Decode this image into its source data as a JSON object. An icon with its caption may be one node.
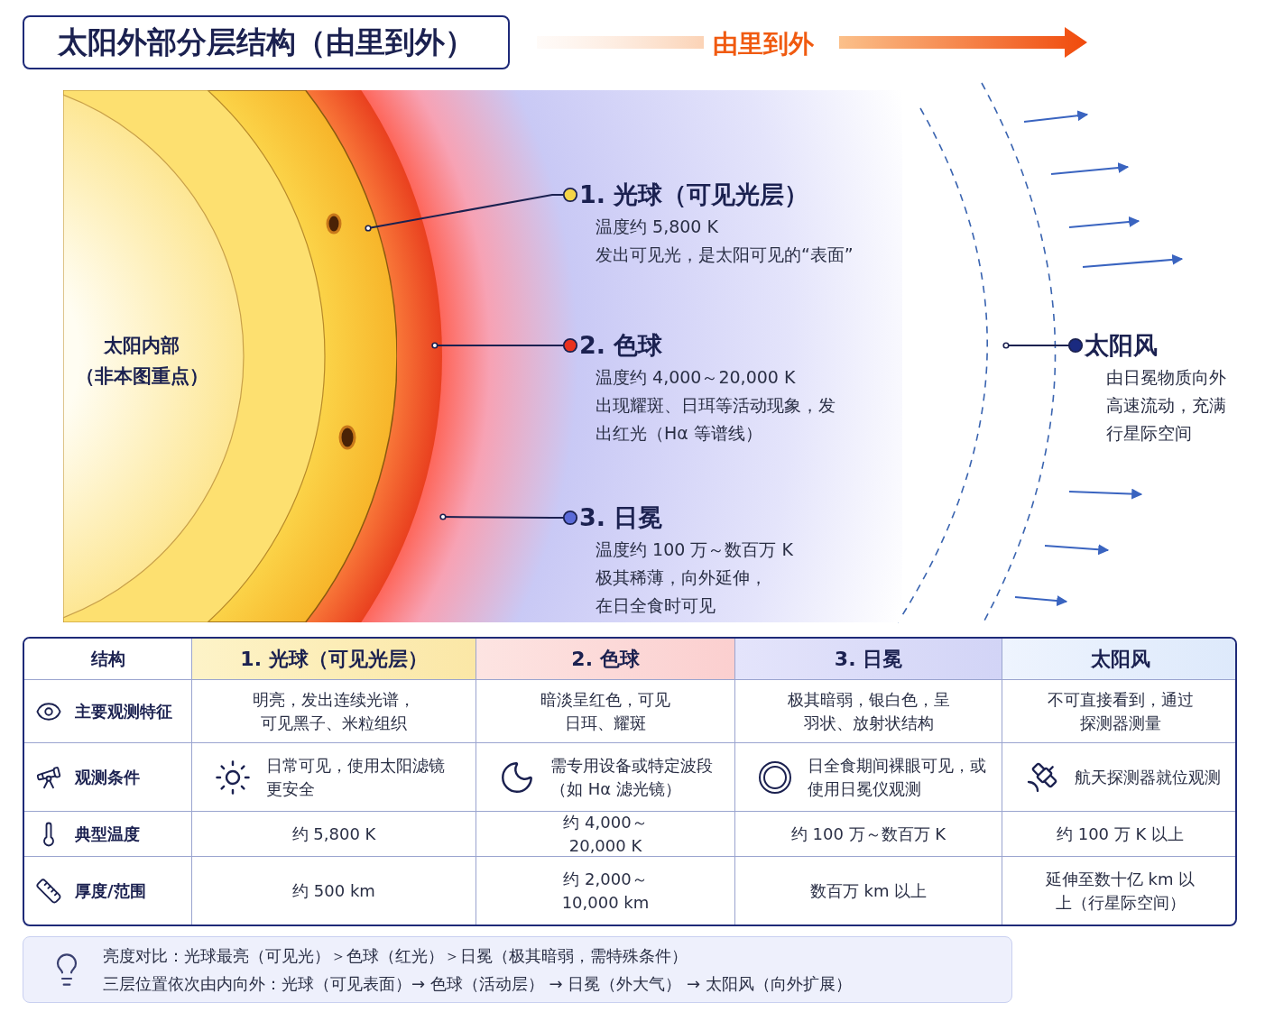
{
  "diagram": {
    "title": "太阳外部分层结构（由里到外）",
    "nodes": [
      {
        "text": [
          "太阳内部",
          "（非本图重点）"
        ],
        "in": 1
      },
      {
        "text": [],
        "shape": "circle",
        "in": 2
      },
      {
        "text": [],
        "shape": "circle",
        "in": 3
      },
      {
        "text": [],
        "shape": "circle"
      },
      {
        "text": [
          "1. 光球（可见光层）",
          "温度约 5,800 K",
          "发出可见光，是太阳可见的“表面”"
        ],
        "in": 3
      },
      {
        "text": [
          "2. 色球",
          "温度约 4,000～20,000 K",
          "出现耀斑、日珥等活动现象，发出红光（Hα 等谱线）"
        ],
        "in": 3
      },
      {
        "text": [
          "3. 日冕",
          "温度约 100 万～数百万 K",
          "极其稀薄，向外延伸，在日全食时可见"
        ],
        "in": 3
      },
      {
        "text": [
          "太阳风",
          "由日冕物质向外高速流动，充满行星际空间"
        ]
      }
    ],
    "edges": [
      {
        "from": 4,
        "to": 1,
        "arrow": "other"
      },
      {
        "from": 5,
        "to": 2,
        "arrow": "other"
      },
      {
        "from": 6,
        "to": 3,
        "arrow": "other"
      },
      {
        "from": 7,
        "to": null,
        "arrow": "other"
      }
    ],
    "labels": [
      "由里到外",
      "结构",
      "1. 光球（可见光层）",
      "2. 色球",
      "3. 日冕",
      "太阳风",
      "主要观测特征",
      "明亮，发出连续光谱，可见黑子、米粒组织",
      "暗淡呈红色，可见日珥、耀斑",
      "极其暗弱，银白色，呈羽状、放射状结构",
      "不可直接看到，通过探测器测量",
      "观测条件",
      "日常可见，使用太阳滤镜更安全",
      "需专用设备或特定波段（如 Hα 滤光镜）",
      "日全食期间裸眼可见，或使用日冕仪观测",
      "航天探测器就位观测",
      "典型温度",
      "约 5,800 K",
      "约 4,000～20,000 K",
      "约 100 万～数百万 K",
      "约 100 万 K 以上",
      "厚度/范围",
      "约 500 km",
      "约 2,000～10,000 km",
      "数百万 km 以上",
      "延伸至数十亿 km 以上（行星际空间）",
      "亮度对比：光球最亮（可见光）＞色球（红光）＞日冕（极其暗弱，需特殊条件）",
      "三层位置依次由内向外：光球（可见表面）→ 色球（活动层） → 日冕（外大气） → 太阳风（向外扩展）"
    ]
  }
}
